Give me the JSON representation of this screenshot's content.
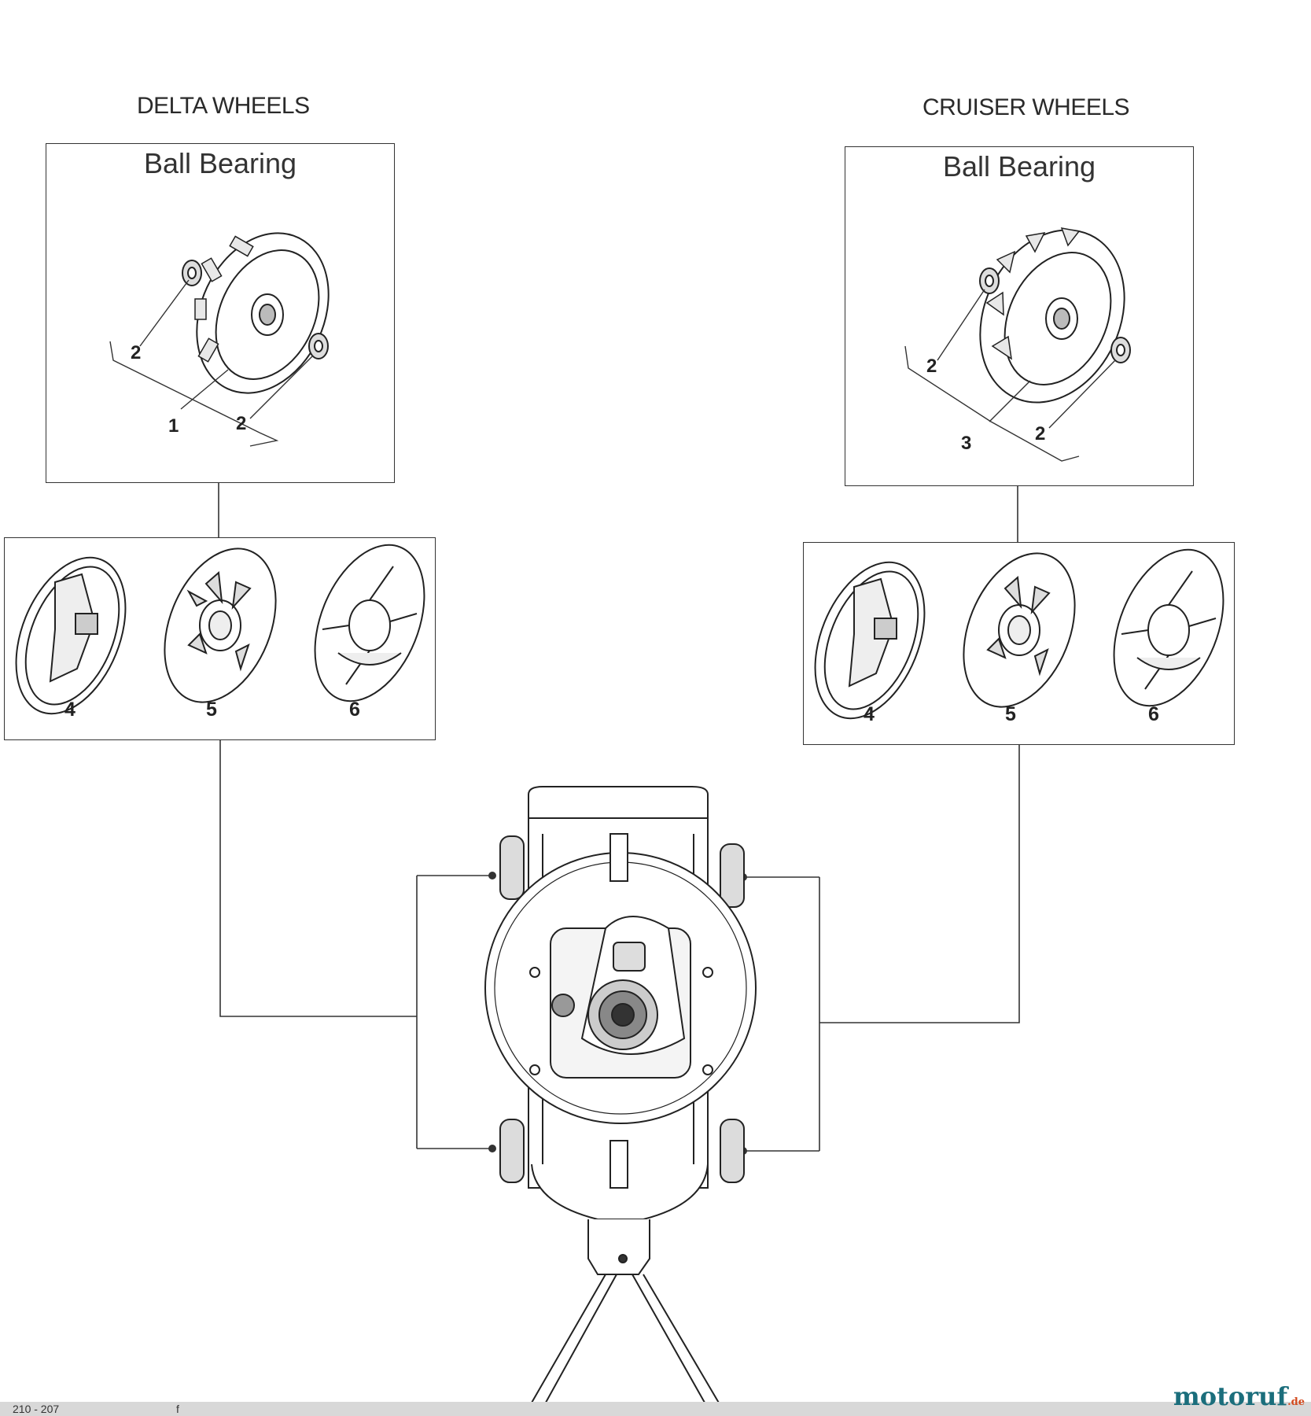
{
  "delta": {
    "title": "DELTA WHEELS",
    "box_label": "Ball Bearing",
    "callouts": [
      "2",
      "1",
      "2"
    ],
    "hubcaps": [
      "4",
      "5",
      "6"
    ]
  },
  "cruiser": {
    "title": "CRUISER WHEELS",
    "box_label": "Ball Bearing",
    "callouts": [
      "2",
      "3",
      "2"
    ],
    "hubcaps": [
      "4",
      "5",
      "6"
    ]
  },
  "watermark": {
    "main": "motoruf",
    "suffix": ".de"
  },
  "footer": {
    "left": "210 - 207",
    "mid": "f"
  },
  "colors": {
    "line": "#333333",
    "tire_fill": "#dcdcdc"
  }
}
